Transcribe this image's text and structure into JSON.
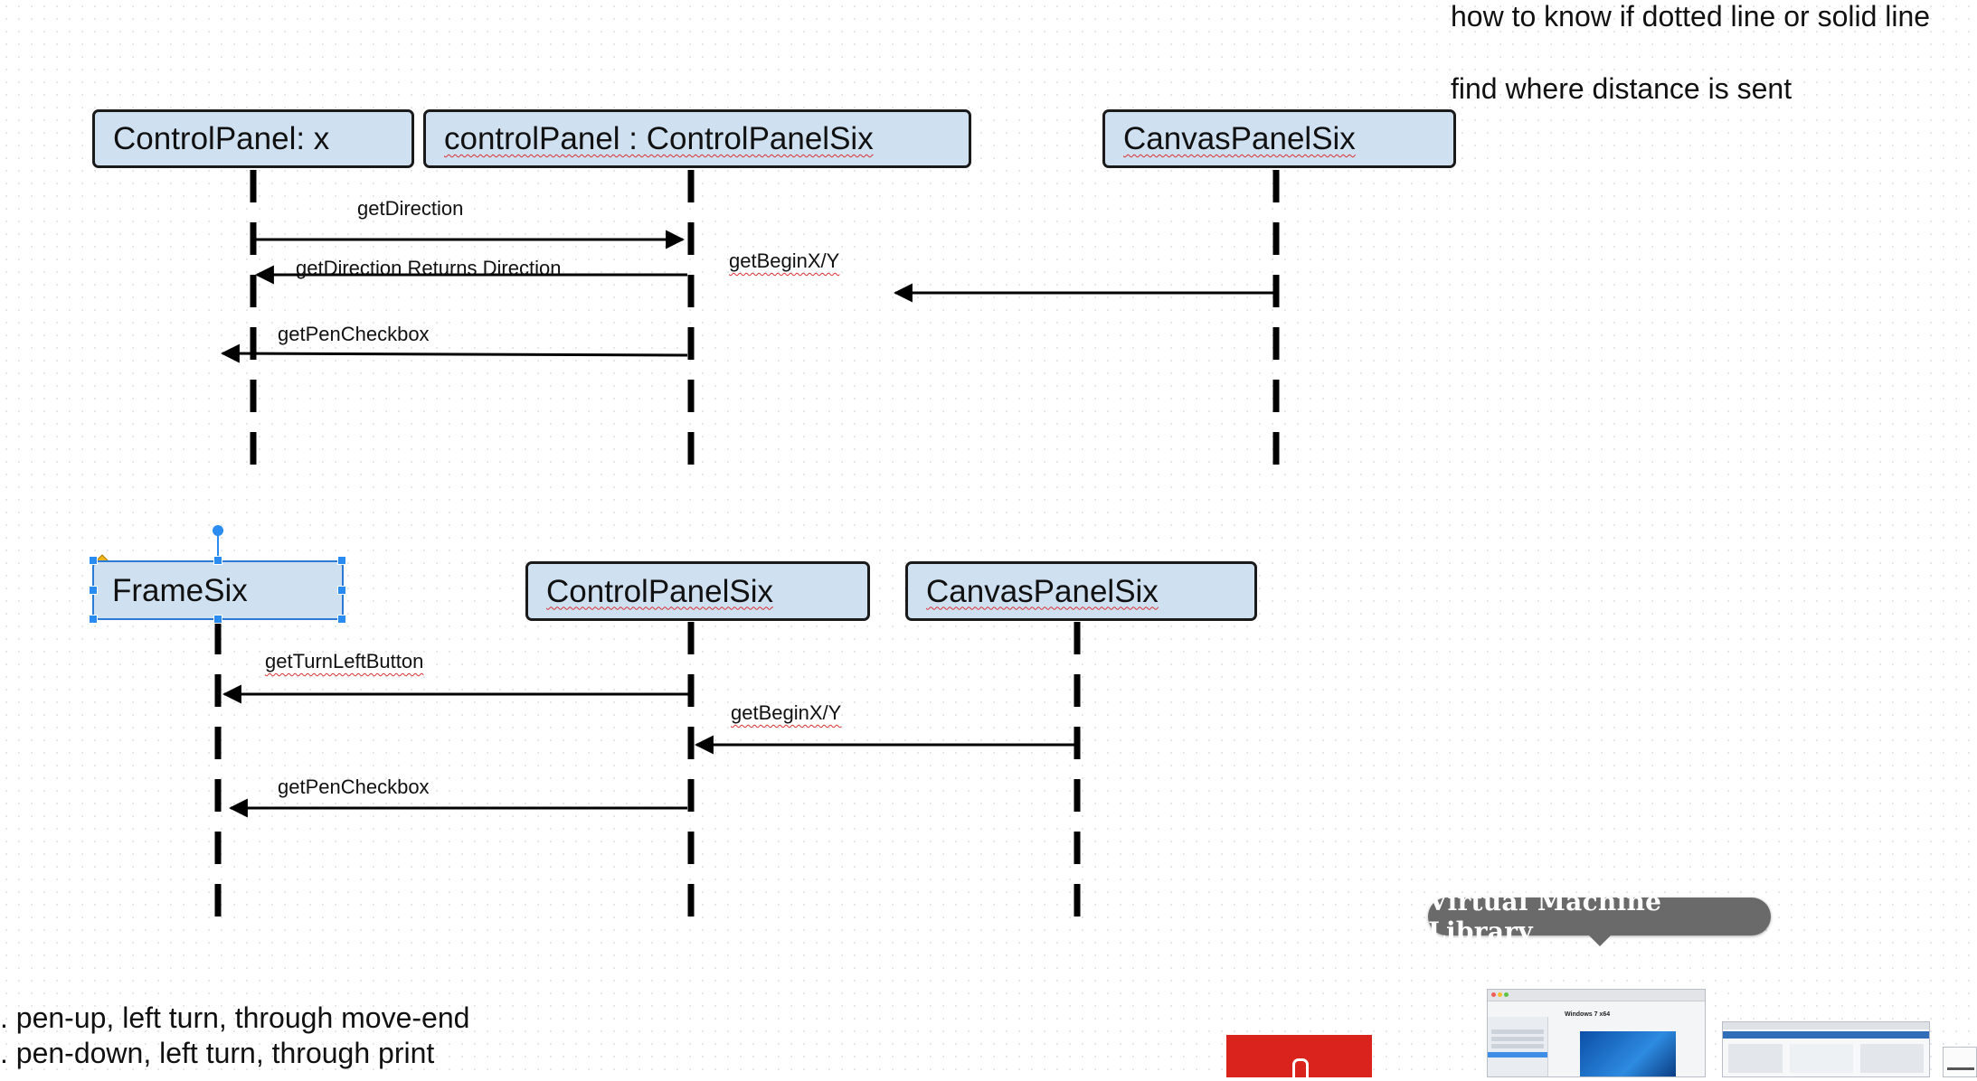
{
  "notes": {
    "dotted_or_solid": "how to know if dotted line or solid line",
    "distance_sent": "find where distance is sent",
    "list_line_1": ". pen-up, left turn, through move-end",
    "list_line_2": ". pen-down, left turn, through print"
  },
  "diagram_top": {
    "participants": [
      "ControlPanel: x",
      "controlPanel : ControlPanelSix",
      "CanvasPanelSix"
    ],
    "messages": [
      "getDirection",
      "getDirection Returns Direction",
      "getBeginX/Y",
      "getPenCheckbox"
    ]
  },
  "diagram_bottom": {
    "participants": [
      "FrameSix",
      "ControlPanelSix",
      "CanvasPanelSix"
    ],
    "messages": [
      "getTurnLeftButton",
      "getBeginX/Y",
      "getPenCheckbox"
    ]
  },
  "dock": {
    "tooltip": "Virtual Machine Library",
    "thumbnail_vm_title": "Windows 7 x64"
  },
  "colors": {
    "box_fill": "#cfe0f1",
    "selection": "#2a8cf0",
    "tooltip_bg": "#6a6a6a",
    "red_tile": "#d9231c"
  },
  "icons": [
    "selection-handle-icon",
    "rotate-handle-icon",
    "arrowhead-icon"
  ]
}
